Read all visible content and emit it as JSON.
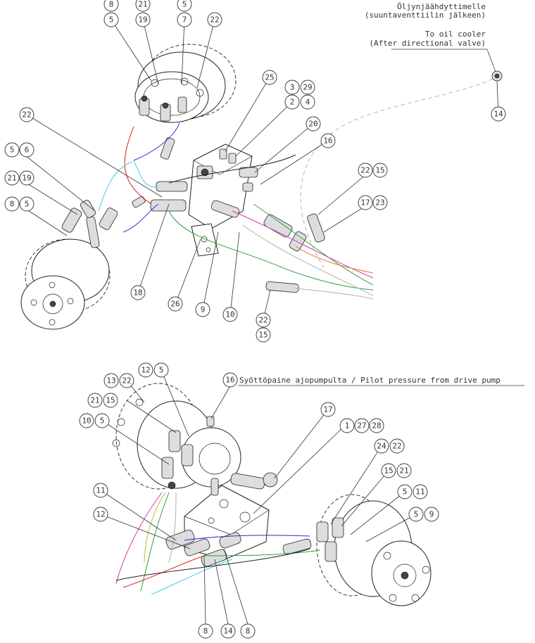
{
  "notes": {
    "oil_cooler_fi_1": "Öljynjäähdyttimelle",
    "oil_cooler_fi_2": "(suuntaventtiilin jälkeen)",
    "oil_cooler_en_1": "To oil cooler",
    "oil_cooler_en_2": "(After directional valve)",
    "pilot_pressure": "Syöttöpaine ajopumpulta / Pilot pressure from drive pump"
  },
  "hose_colors": {
    "red": "#d62020",
    "cyan": "#3fd0e0",
    "blue": "#2a2acc",
    "green": "#2e9e3a",
    "magenta": "#d63ab0",
    "orange": "#e07a20",
    "yellow": "#c8b830",
    "gray": "#b0b0b0"
  },
  "balloons": {
    "top": [
      "8",
      "21",
      "5",
      "5",
      "19",
      "7",
      "22",
      "25",
      "3",
      "29",
      "2",
      "4",
      "20",
      "16",
      "22",
      "5",
      "6",
      "21",
      "19",
      "8",
      "5",
      "22",
      "15",
      "17",
      "23",
      "18",
      "26",
      "9",
      "10",
      "22",
      "15",
      "14"
    ],
    "bottom": [
      "12",
      "5",
      "13",
      "22",
      "16",
      "21",
      "15",
      "10",
      "5",
      "17",
      "1",
      "27",
      "28",
      "24",
      "22",
      "15",
      "21",
      "5",
      "11",
      "5",
      "9",
      "11",
      "12",
      "8",
      "14",
      "8"
    ]
  }
}
